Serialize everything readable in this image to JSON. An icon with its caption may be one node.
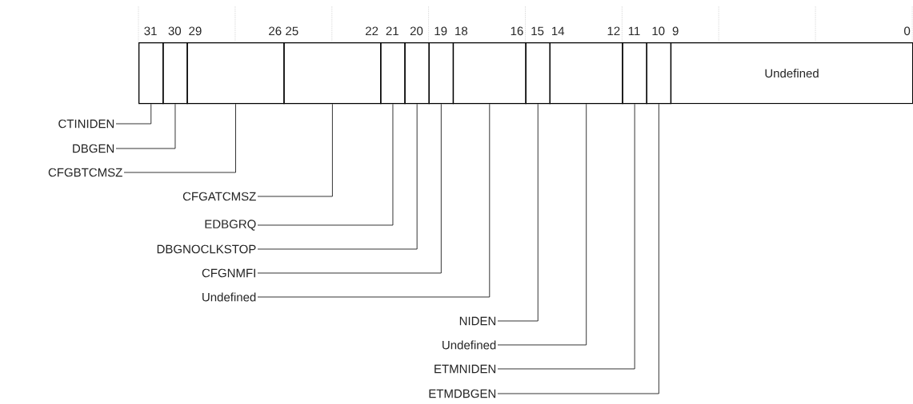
{
  "diagram": {
    "nodes": [
      {
        "text": [],
        "shape": "box",
        "beside": [
          "31"
        ]
      },
      {
        "text": [],
        "shape": "box",
        "beside": [
          "30"
        ]
      },
      {
        "text": [],
        "shape": "box",
        "beside": [
          "29",
          "26"
        ]
      },
      {
        "text": [],
        "shape": "box",
        "beside": [
          "25",
          "22"
        ]
      },
      {
        "text": [],
        "shape": "box",
        "beside": [
          "21"
        ]
      },
      {
        "text": [],
        "shape": "box",
        "beside": [
          "20"
        ]
      },
      {
        "text": [],
        "shape": "box",
        "beside": [
          "19"
        ]
      },
      {
        "text": [],
        "shape": "box",
        "beside": [
          "18",
          "16"
        ]
      },
      {
        "text": [],
        "shape": "box",
        "beside": [
          "15"
        ]
      },
      {
        "text": [],
        "shape": "box",
        "beside": [
          "14",
          "12"
        ]
      },
      {
        "text": [],
        "shape": "box",
        "beside": [
          "11"
        ]
      },
      {
        "text": [],
        "shape": "box",
        "beside": [
          "10"
        ]
      },
      {
        "text": [
          "Undefined"
        ],
        "beside": [
          "9",
          "0"
        ]
      },
      {
        "text": [
          "CTINIDEN"
        ]
      },
      {
        "text": [
          "DBGEN"
        ]
      },
      {
        "text": [
          "CFGBTCMSZ"
        ]
      },
      {
        "text": [
          "CFGATCMSZ"
        ]
      },
      {
        "text": [
          "EDBGRQ"
        ]
      },
      {
        "text": [
          "DBGNOCLKSTOP"
        ]
      },
      {
        "text": [
          "CFGNMFI"
        ]
      },
      {
        "text": [
          "Undefined"
        ]
      },
      {
        "text": [
          "NIDEN"
        ]
      },
      {
        "text": [
          "Undefined"
        ]
      },
      {
        "text": [
          "ETMNIDEN"
        ]
      },
      {
        "text": [
          "ETMDBGEN"
        ]
      }
    ],
    "edges": [
      {
        "from": 13,
        "to": 0,
        "arrow": "none"
      },
      {
        "from": 14,
        "to": 1,
        "arrow": "none"
      },
      {
        "from": 15,
        "to": 2,
        "arrow": "none"
      },
      {
        "from": 16,
        "to": 3,
        "arrow": "none"
      },
      {
        "from": 17,
        "to": 4,
        "arrow": "none"
      },
      {
        "from": 18,
        "to": 5,
        "arrow": "none"
      },
      {
        "from": 19,
        "to": 6,
        "arrow": "none"
      },
      {
        "from": 20,
        "to": 7,
        "arrow": "none"
      },
      {
        "from": 21,
        "to": 8,
        "arrow": "none"
      },
      {
        "from": 22,
        "to": 9,
        "arrow": "none"
      },
      {
        "from": 23,
        "to": 10,
        "arrow": "none"
      },
      {
        "from": 24,
        "to": 11,
        "arrow": "none"
      }
    ]
  }
}
